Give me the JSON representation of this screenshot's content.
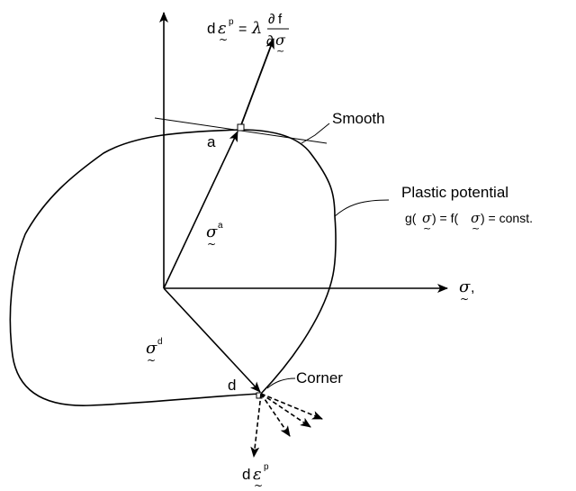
{
  "labels": {
    "smooth": "Smooth",
    "corner": "Corner",
    "plastic_potential": "Plastic potential",
    "point_a": "a",
    "point_d": "d"
  },
  "formulas": {
    "flow_rule": {
      "lhs_d": "d",
      "lhs_epsilon": "ε",
      "lhs_sup": "p",
      "equals": "=",
      "lambda": "λ",
      "num_partial": "∂",
      "num_f": "f",
      "den_partial": "∂",
      "den_sigma": "σ"
    },
    "potential_eq": {
      "g": "g(",
      "sigma1": "σ",
      "mid": ") = f(",
      "sigma2": "σ",
      "end": ") = const."
    },
    "sigma_a": {
      "sigma": "σ",
      "sup": "a"
    },
    "sigma_d": {
      "sigma": "σ",
      "sup": "d"
    },
    "axis_sigma": {
      "sigma": "σ",
      "comma": ","
    },
    "bottom_depsilon": {
      "d": "d",
      "epsilon": "ε",
      "sup": "p"
    }
  },
  "tilde_glyph": "~"
}
